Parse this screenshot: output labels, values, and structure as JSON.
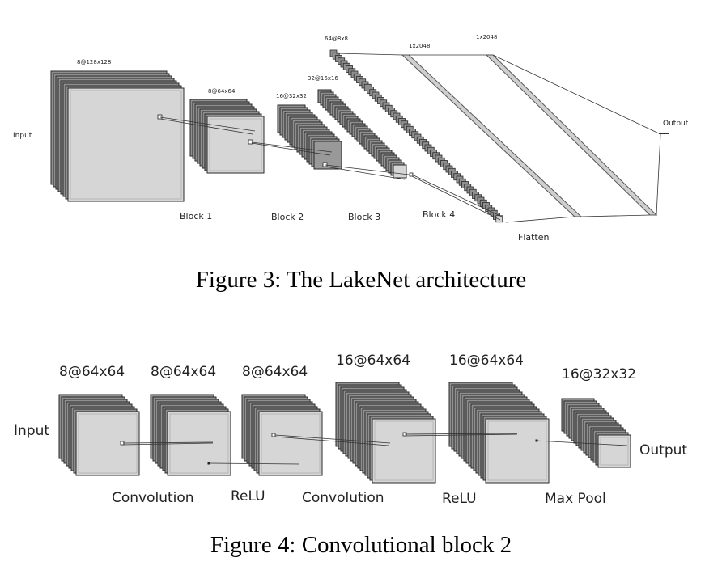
{
  "figure3": {
    "caption": "Figure 3: The LakeNet architecture",
    "input_label": "Input",
    "output_label": "Output",
    "flatten_label": "Flatten",
    "volumes": [
      {
        "shape": "8@128x128",
        "block": "Block 1"
      },
      {
        "shape": "8@64x64",
        "block": "Block 2"
      },
      {
        "shape": "16@32x32",
        "block": "Block 3"
      },
      {
        "shape": "32@16x16",
        "block": "Block 4"
      },
      {
        "shape": "64@8x8",
        "block": ""
      }
    ],
    "dense": [
      {
        "shape": "1x2048"
      },
      {
        "shape": "1x2048"
      }
    ]
  },
  "figure4": {
    "caption": "Figure 4: Convolutional block 2",
    "input_label": "Input",
    "output_label": "Output",
    "volumes": [
      {
        "shape": "8@64x64"
      },
      {
        "shape": "8@64x64"
      },
      {
        "shape": "8@64x64"
      },
      {
        "shape": "16@64x64"
      },
      {
        "shape": "16@64x64"
      },
      {
        "shape": "16@32x32"
      }
    ],
    "operations": [
      "Convolution",
      "ReLU",
      "Convolution",
      "ReLU",
      "Max Pool"
    ]
  }
}
